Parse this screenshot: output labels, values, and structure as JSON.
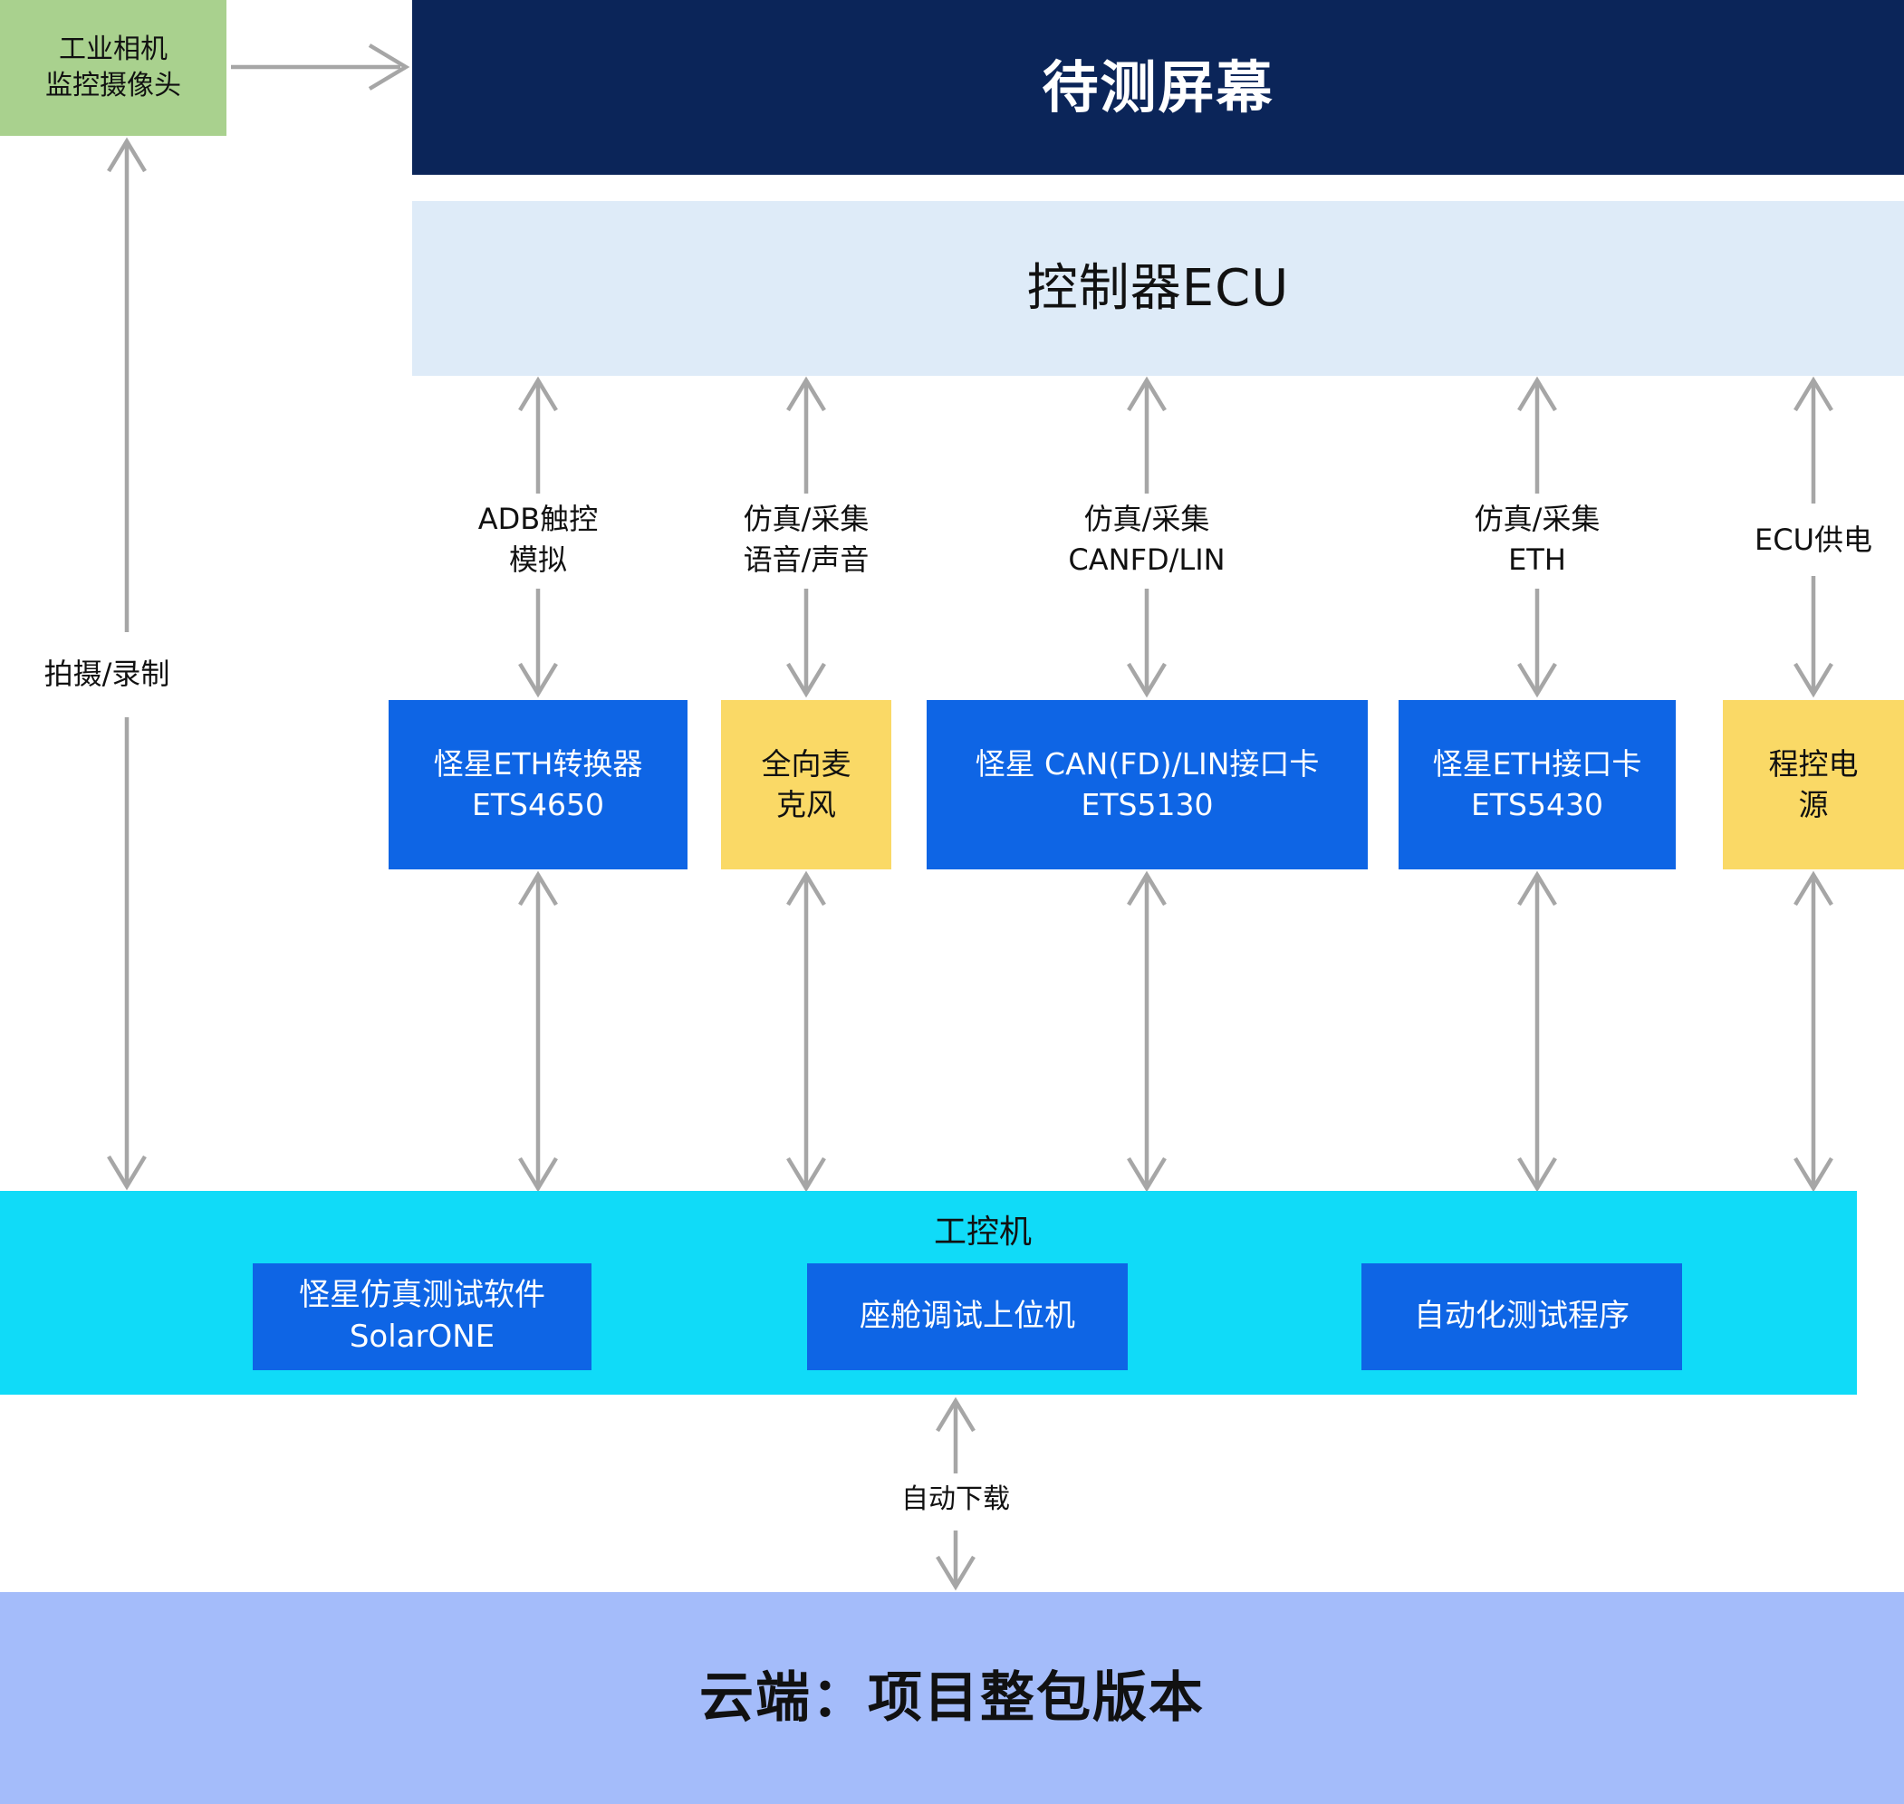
{
  "diagram": {
    "camera_box": {
      "label": "工业相机\n监控摄像头"
    },
    "screen_bar": {
      "label": "待测屏幕"
    },
    "ecu_bar": {
      "label": "控制器ECU"
    },
    "left_flow_label": "拍摄/录制",
    "channels": [
      {
        "label": "ADB触控\n模拟",
        "device": "怪星ETH转换器\nETS4650",
        "style": "blue"
      },
      {
        "label": "仿真/采集\n语音/声音",
        "device": "全向麦\n克风",
        "style": "yellow"
      },
      {
        "label": "仿真/采集\nCANFD/LIN",
        "device": "怪星 CAN(FD)/LIN接口卡\nETS5130",
        "style": "blue"
      },
      {
        "label": "仿真/采集\nETH",
        "device": "怪星ETH接口卡\nETS5430",
        "style": "blue"
      },
      {
        "label": "ECU供电",
        "device": "程控电\n源",
        "style": "yellow"
      }
    ],
    "ipc_box": {
      "title": "工控机",
      "modules": [
        "怪星仿真测试软件\nSolarONE",
        "座舱调试上位机",
        "自动化测试程序"
      ]
    },
    "download_label": "自动下载",
    "cloud_bar": {
      "label": "云端：项目整包版本"
    },
    "colors": {
      "camera_green": "#A9D18E",
      "screen_navy": "#0B2559",
      "ecu_light_blue": "#DEEBF8",
      "device_blue": "#0E65E5",
      "device_yellow": "#FAD966",
      "ipc_cyan": "#10DBF8",
      "cloud_periwinkle": "#A4BCFA",
      "arrow_gray": "#A6A6A6"
    }
  }
}
